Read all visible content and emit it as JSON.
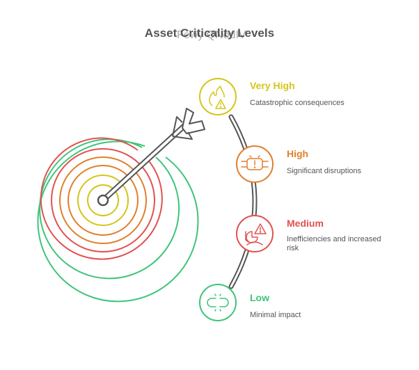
{
  "title": "Asset Criticality Levels",
  "title_overlay": "Fewy QNodIV",
  "levels": [
    {
      "name": "Very High",
      "description": "Catastrophic consequences",
      "color": "#d4c519",
      "icon": "fire-warning-icon"
    },
    {
      "name": "High",
      "description": "Significant disruptions",
      "color": "#e07f2b",
      "icon": "pipe-leak-alert-icon"
    },
    {
      "name": "Medium",
      "description": "Inefficiencies and increased risk",
      "color": "#e25050",
      "icon": "chart-warning-icon"
    },
    {
      "name": "Low",
      "description": "Minimal impact",
      "color": "#3ec47a",
      "icon": "broken-link-icon"
    }
  ],
  "target_colors": {
    "ring_outer": "#3ec47a",
    "ring_red": "#e25050",
    "ring_orange": "#e07f2b",
    "ring_yellow": "#d4c519",
    "arrow": "#555555"
  }
}
